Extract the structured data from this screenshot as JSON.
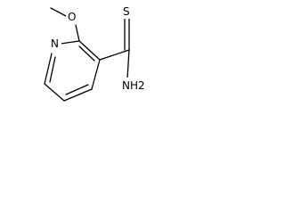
{
  "structure": {
    "atom_labels": {
      "oxygen": "O",
      "ring_nitrogen": "N",
      "sulfur": "S",
      "amine_n": "N",
      "amine_h2": "H2"
    }
  }
}
